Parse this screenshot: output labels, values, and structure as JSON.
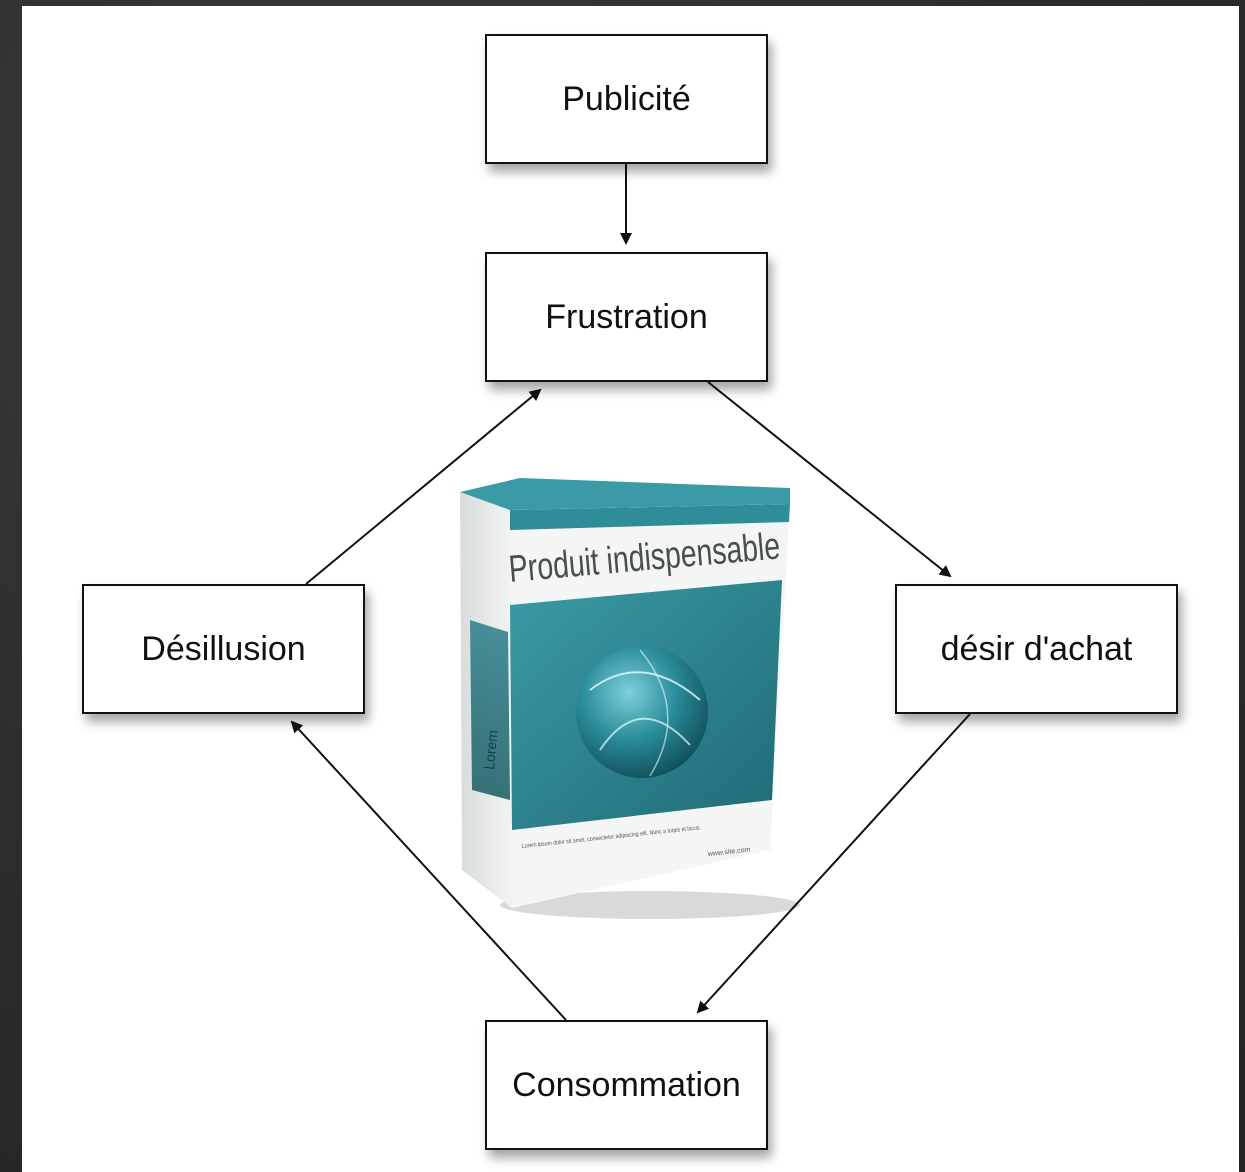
{
  "nodes": {
    "publicite": "Publicité",
    "frustration": "Frustration",
    "desillusion": "Désillusion",
    "desir_achat": "désir d'achat",
    "consommation": "Consommation"
  },
  "product_box": {
    "title": "Produit indispensable",
    "side_text": "Lorem",
    "fine_print": "Lorem ipsum dolor sit amet, consectetur adipiscing elit. Nunc a turpis et lacus.",
    "url": "www.site.com"
  },
  "colors": {
    "teal": "#2e8a96",
    "teal_dark": "#1d6470",
    "stroke": "#111111"
  }
}
